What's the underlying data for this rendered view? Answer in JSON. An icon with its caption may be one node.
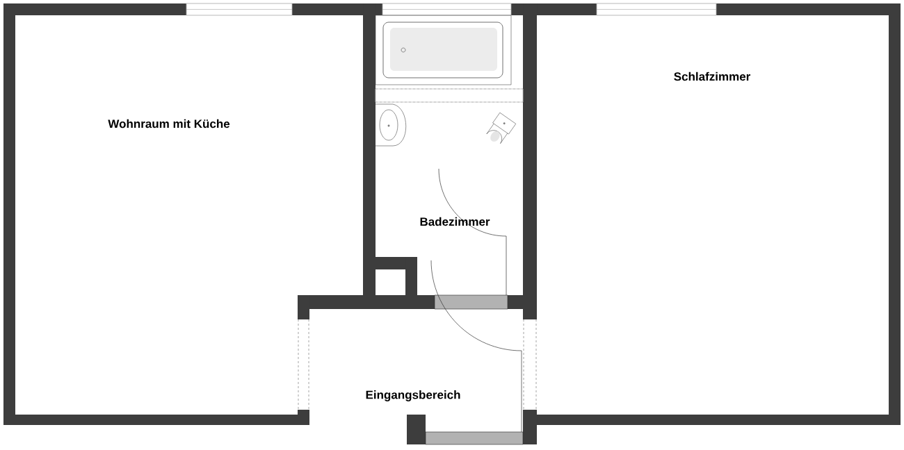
{
  "diagram": {
    "labels": [
      "Wohnraum mit Küche",
      "Schlafzimmer",
      "Badezimmer",
      "Eingangsbereich"
    ]
  }
}
